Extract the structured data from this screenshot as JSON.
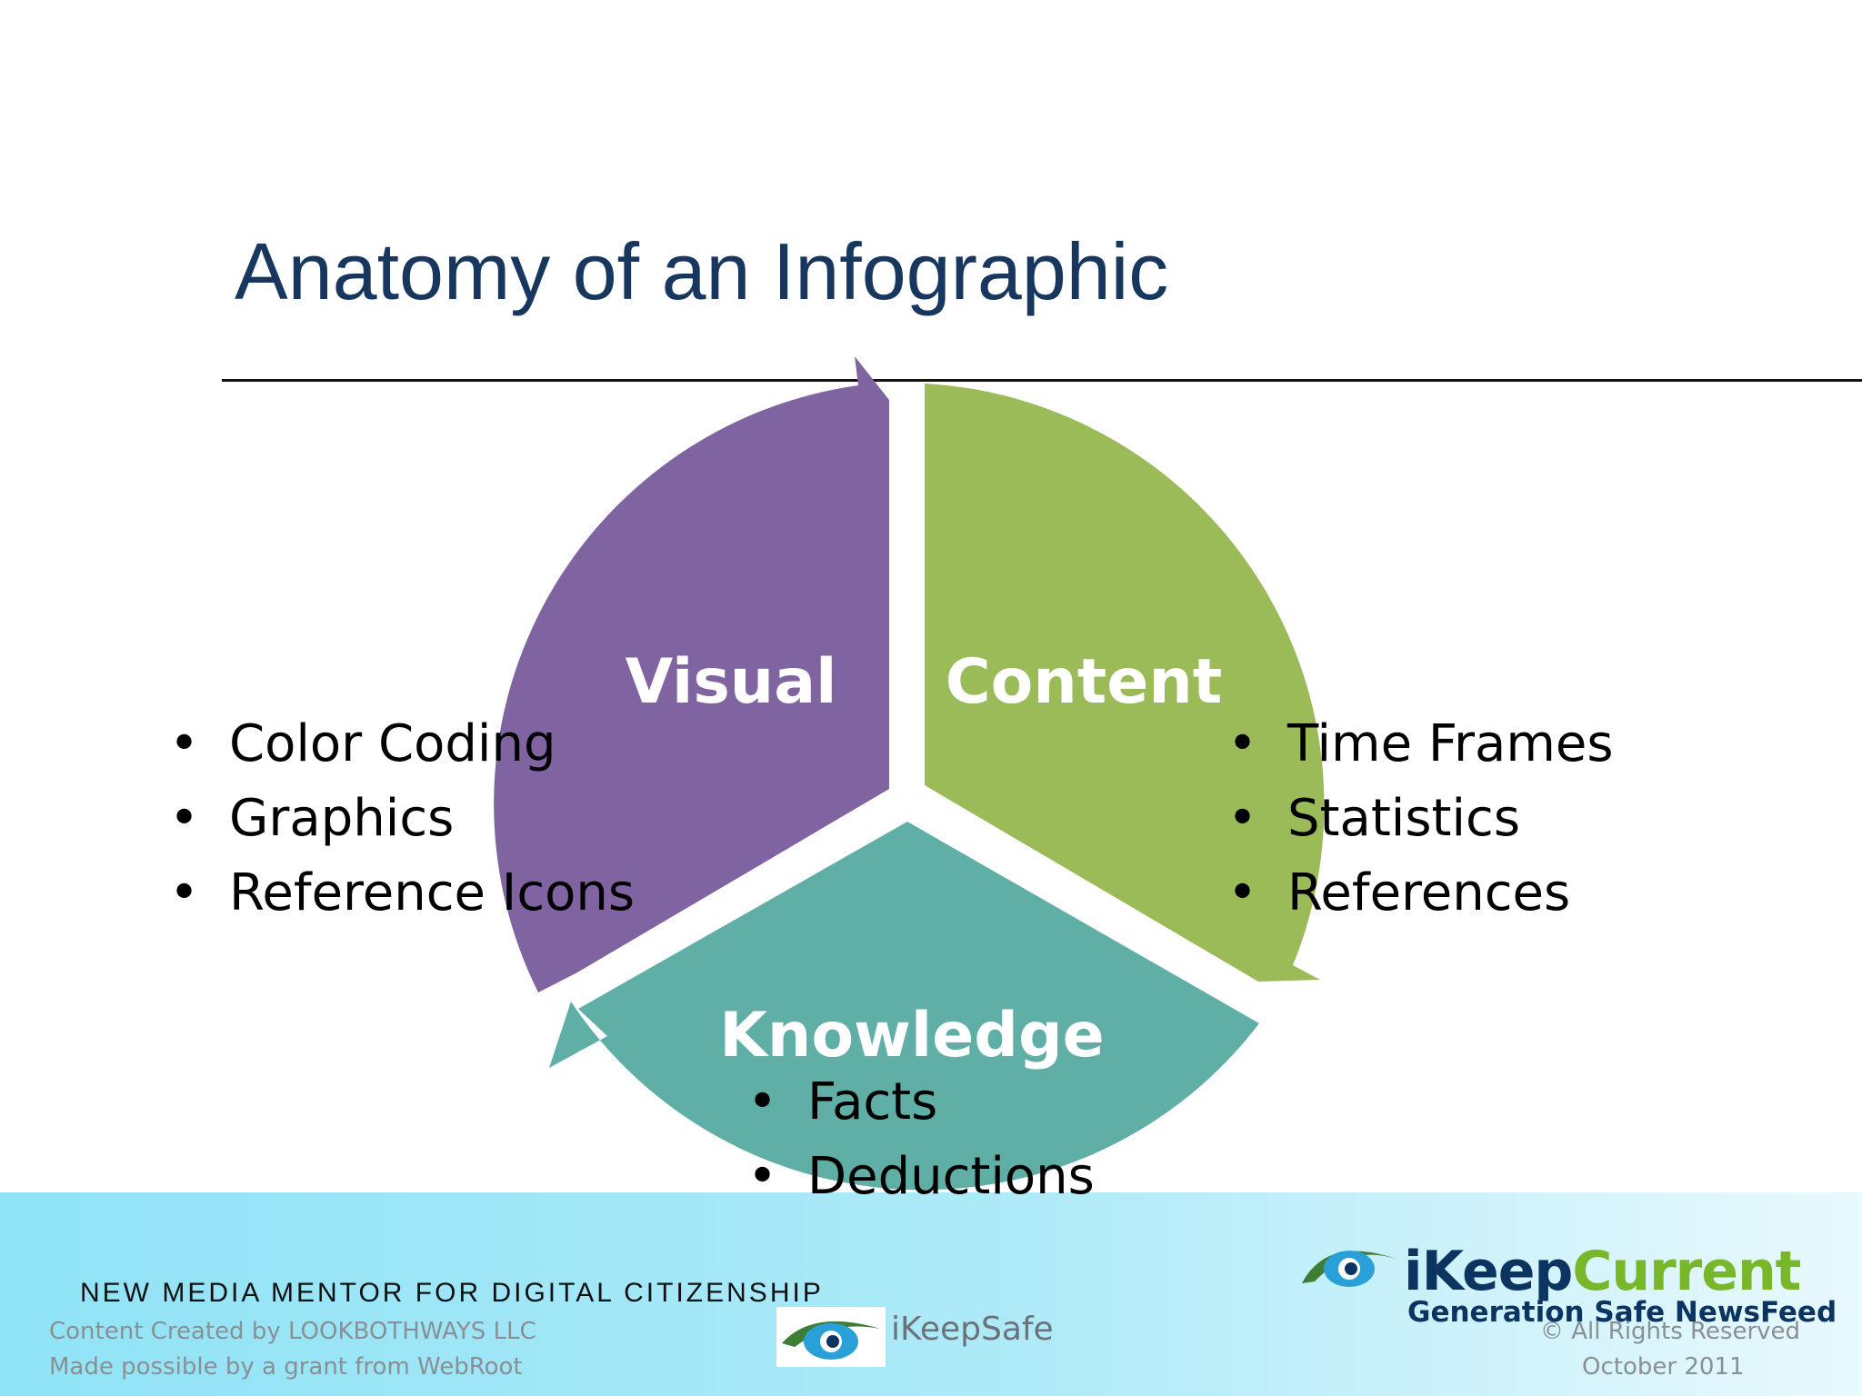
{
  "slide": {
    "title": "Anatomy of an Infographic"
  },
  "diagram": {
    "segments": [
      {
        "label": "Visual",
        "color": "#8064a2"
      },
      {
        "label": "Content",
        "color": "#9bbb59"
      },
      {
        "label": "Knowledge",
        "color": "#5fafa7"
      }
    ],
    "visual_items": [
      "Color Coding",
      "Graphics",
      "Reference Icons"
    ],
    "content_items": [
      "Time Frames",
      "Statistics",
      "References"
    ],
    "knowledge_items": [
      "Facts",
      "Deductions"
    ]
  },
  "footer": {
    "mentor": "NEW MEDIA MENTOR FOR DIGITAL CITIZENSHIP",
    "credit_line1": "Content Created by LOOKBOTHWAYS LLC",
    "credit_line2": "Made possible by a grant  from WebRoot",
    "ikeepsafe": "iKeepSafe",
    "ikeepcurrent_part1": "iKeep",
    "ikeepcurrent_part2": "Current",
    "ikeepcurrent_tagline": "Generation Safe NewsFeed",
    "rights": "© All Rights Reserved",
    "date": "October 2011"
  }
}
